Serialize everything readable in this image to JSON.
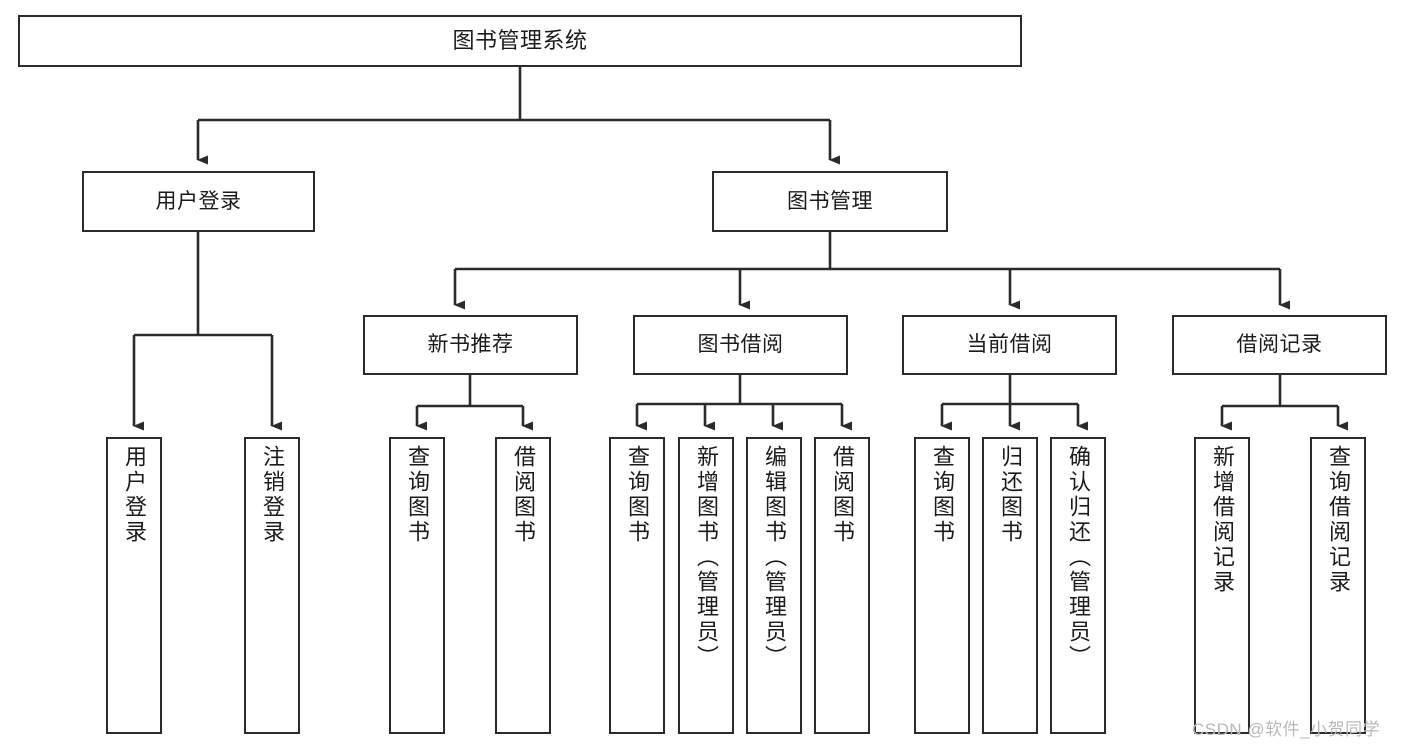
{
  "diagram": {
    "type": "tree",
    "title": "图书管理系统",
    "orientation": "top-down",
    "colors": {
      "box_border": "#2b2b2b",
      "box_fill": "#ffffff",
      "connector": "#2b2b2b",
      "text": "#1b1b1b",
      "watermark": "#b9b9b9",
      "background": "#ffffff"
    }
  },
  "nodes": {
    "root": {
      "label": "图书管理系统"
    },
    "level2": [
      {
        "id": "user-login",
        "label": "用户登录"
      },
      {
        "id": "book-manage",
        "label": "图书管理"
      }
    ],
    "level3": [
      {
        "id": "new-book-recommend",
        "label": "新书推荐"
      },
      {
        "id": "book-borrow",
        "label": "图书借阅"
      },
      {
        "id": "current-borrow",
        "label": "当前借阅"
      },
      {
        "id": "borrow-record",
        "label": "借阅记录"
      }
    ],
    "leaves": {
      "user_login": [
        {
          "id": "leaf-user-login",
          "label": "用户登录"
        },
        {
          "id": "leaf-logout",
          "label": "注销登录"
        }
      ],
      "new_book_recommend": [
        {
          "id": "leaf-query-book-1",
          "label": "查询图书"
        },
        {
          "id": "leaf-borrow-book-1",
          "label": "借阅图书"
        }
      ],
      "book_borrow": [
        {
          "id": "leaf-query-book-2",
          "label": "查询图书"
        },
        {
          "id": "leaf-add-book",
          "label": "新增图书（管理员）"
        },
        {
          "id": "leaf-edit-book",
          "label": "编辑图书（管理员）"
        },
        {
          "id": "leaf-borrow-book-2",
          "label": "借阅图书"
        }
      ],
      "current_borrow": [
        {
          "id": "leaf-query-book-3",
          "label": "查询图书"
        },
        {
          "id": "leaf-return-book",
          "label": "归还图书"
        },
        {
          "id": "leaf-confirm-return",
          "label": "确认归还（管理员）"
        }
      ],
      "borrow_record": [
        {
          "id": "leaf-add-record",
          "label": "新增借阅记录"
        },
        {
          "id": "leaf-query-record",
          "label": "查询借阅记录"
        }
      ]
    }
  },
  "watermark": {
    "text": "CSDN @软件_小贺同学"
  }
}
